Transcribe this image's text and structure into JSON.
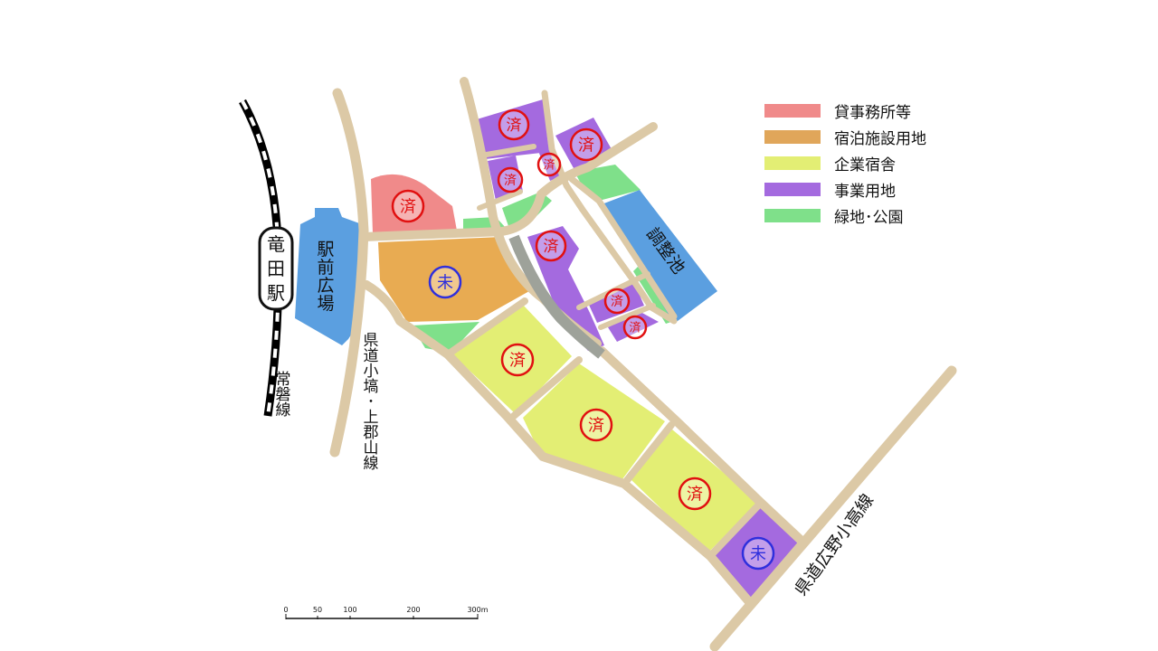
{
  "legend": {
    "items": [
      {
        "label": "貸事務所等",
        "color": "#f08a8a"
      },
      {
        "label": "宿泊施設用地",
        "color": "#e0a65a"
      },
      {
        "label": "企業宿舎",
        "color": "#e3ee74"
      },
      {
        "label": "事業用地",
        "color": "#a46adf"
      },
      {
        "label": "緑地･公園",
        "color": "#7fe08a"
      }
    ]
  },
  "labels": {
    "station": "竜田駅",
    "plaza": "駅前広場",
    "pond": "調整池",
    "railway": "常磐線",
    "road_west": "県道小塙･上郡山線",
    "road_east": "県道広野小高線"
  },
  "status": {
    "done": "済",
    "pending": "未"
  },
  "scale": {
    "ticks": [
      "0",
      "50",
      "100",
      "200",
      "300m"
    ]
  },
  "colors": {
    "road": "#dcc9a6",
    "plaza": "#5b9fe0",
    "rail": "#000000",
    "done_mark": "#e11010",
    "pending_mark": "#2f2fdd",
    "gray_road": "#9ea29a"
  }
}
